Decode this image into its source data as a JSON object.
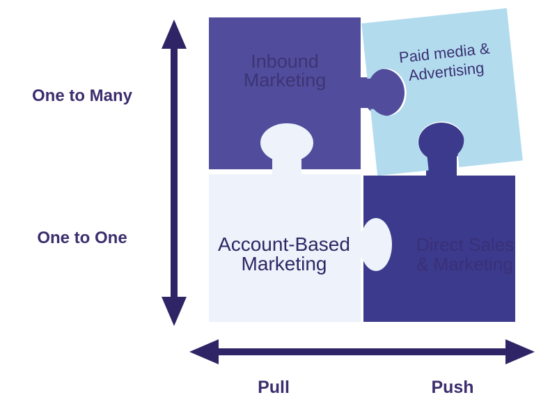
{
  "diagram": {
    "background": "#ffffff",
    "arrow_color": "#2F2566",
    "label_color": "#3C2E6E",
    "y_axis": {
      "top_label": "One to Many",
      "bottom_label": "One to One"
    },
    "x_axis": {
      "left_label": "Pull",
      "right_label": "Push"
    },
    "pieces": [
      {
        "id": "inbound-marketing",
        "label": "Inbound Marketing",
        "line1": "Inbound",
        "line2": "Marketing",
        "position": "top-left",
        "quadrant": "One to Many / Pull",
        "color": "#514D9C",
        "text_color": "#3D3474"
      },
      {
        "id": "paid-media-advertising",
        "label": "Paid media & Advertising",
        "line1": "Paid media &",
        "line2": "Advertising",
        "position": "top-right",
        "quadrant": "One to Many / Push",
        "rotation_deg": -6,
        "color": "#B2DCEE",
        "text_color": "#3A2F72"
      },
      {
        "id": "account-based-marketing",
        "label": "Account-Based Marketing",
        "line1": "Account-Based",
        "line2": "Marketing",
        "position": "bottom-left",
        "quadrant": "One to One / Pull",
        "color": "#EDF2FB",
        "text_color": "#2D2664"
      },
      {
        "id": "direct-sales-marketing",
        "label": "Direct Sales & Marketing",
        "line1": "Direct Sales",
        "line2": "& Marketing",
        "position": "bottom-right",
        "quadrant": "One to One / Push",
        "color": "#3B3A8C",
        "text_color": "#3A3078"
      }
    ]
  }
}
